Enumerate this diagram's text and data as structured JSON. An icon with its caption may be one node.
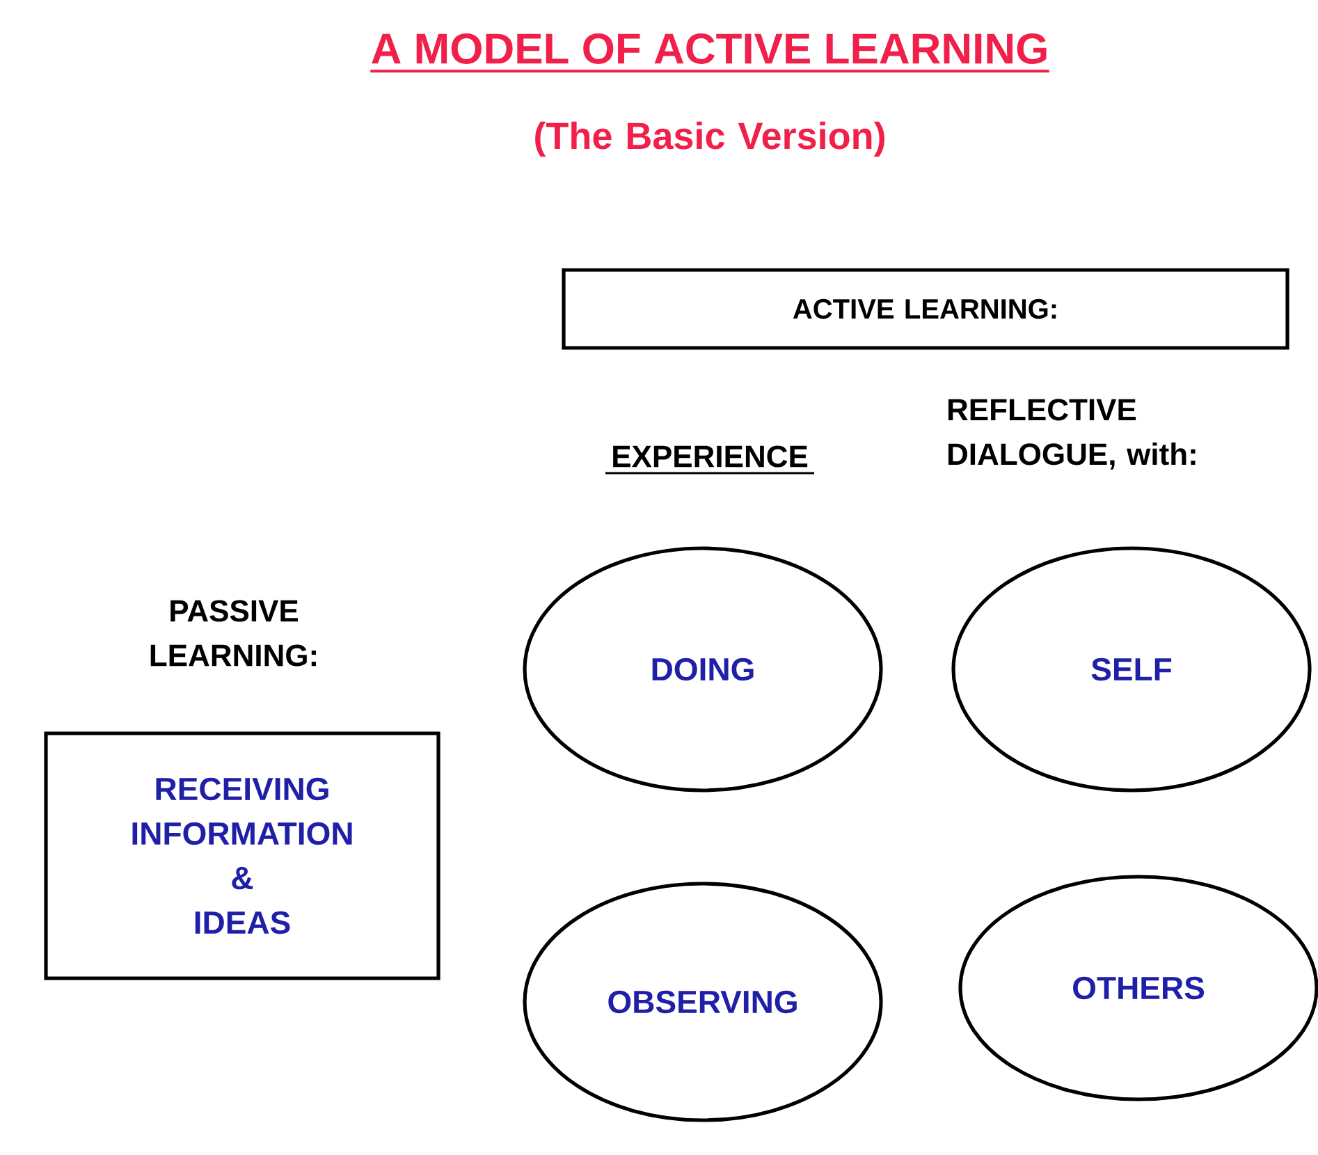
{
  "diagram": {
    "title": "A MODEL OF ACTIVE LEARNING",
    "nodes": [
      {
        "text": [
          "ACTIVE LEARNING:"
        ]
      },
      {
        "text": [
          "RECEIVING INFORMATION & IDEAS"
        ]
      },
      {
        "text": [
          "DOING"
        ]
      },
      {
        "text": [
          "SELF"
        ]
      },
      {
        "text": [
          "OBSERVING"
        ]
      },
      {
        "text": [
          "OTHERS"
        ]
      }
    ],
    "labels": [
      "(The Basic Version)",
      "EXPERIENCE",
      "REFLECTIVE DIALOGUE, with:",
      "PASSIVE LEARNING:"
    ]
  }
}
